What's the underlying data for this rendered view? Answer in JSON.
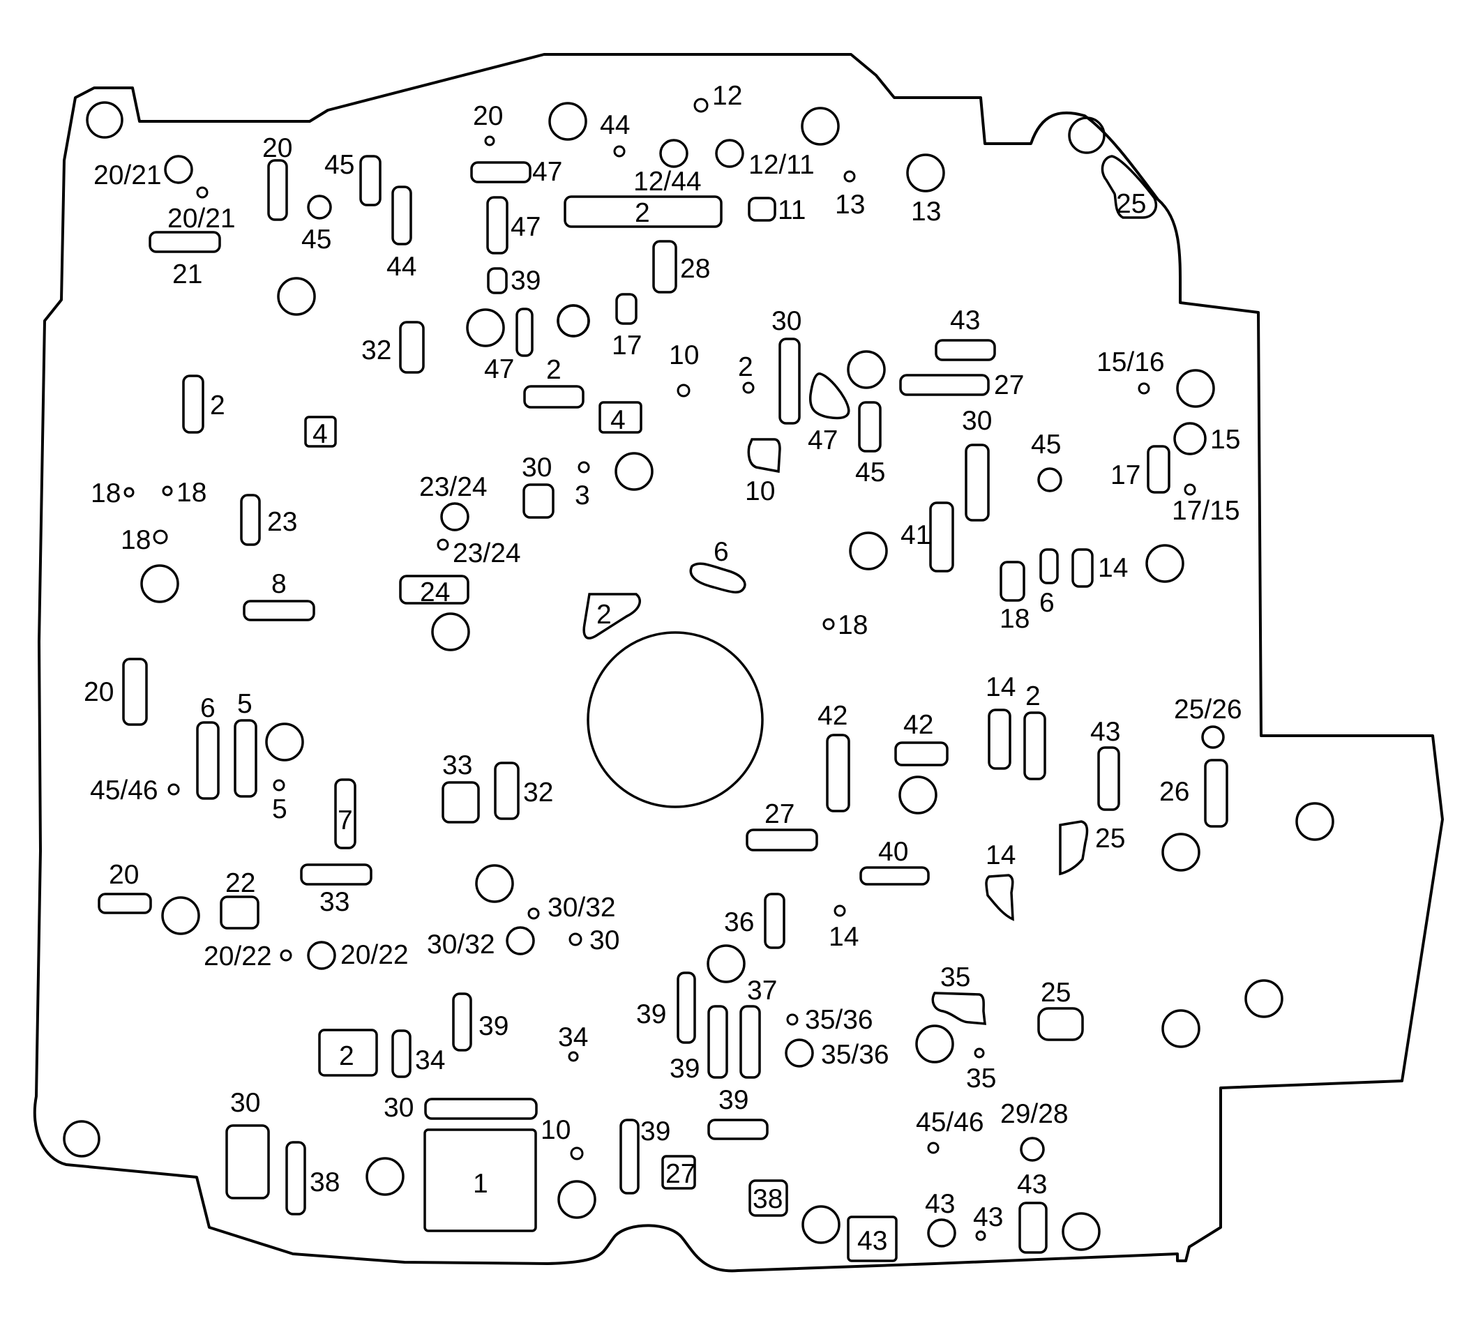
{
  "labels": {
    "l01": "20/21",
    "l02": "20",
    "l03": "45",
    "l04": "20",
    "l05": "44",
    "l06": "12",
    "l07": "47",
    "l08": "12/44",
    "l09": "12/11",
    "l10": "20/21",
    "l11": "45",
    "l12": "21",
    "l13": "44",
    "l14": "47",
    "l15": "2",
    "l16": "11",
    "l17": "13",
    "l18": "13",
    "l19": "25",
    "l20": "39",
    "l21": "28",
    "l22": "32",
    "l23": "17",
    "l24": "47",
    "l25": "10",
    "l26": "30",
    "l27": "43",
    "l28": "2",
    "l29": "2",
    "l30": "27",
    "l31": "15/16",
    "l32": "2",
    "l33": "4",
    "l34": "4",
    "l35": "47",
    "l36": "45",
    "l37": "30",
    "l38": "45",
    "l39": "15",
    "l40": "18",
    "l41": "18",
    "l42": "30",
    "l43": "3",
    "l44": "23/24",
    "l45": "10",
    "l46": "17",
    "l47": "17/15",
    "l48": "23",
    "l49": "18",
    "l50": "23/24",
    "l51": "41",
    "l52": "6",
    "l53": "14",
    "l54": "8",
    "l55": "24",
    "l56": "2",
    "l57": "18",
    "l58": "6",
    "l59": "18",
    "l60": "20",
    "l61": "6",
    "l62": "5",
    "l63": "14",
    "l64": "2",
    "l65": "42",
    "l66": "42",
    "l67": "43",
    "l68": "25/26",
    "l69": "45/46",
    "l70": "5",
    "l71": "33",
    "l72": "32",
    "l73": "7",
    "l74": "27",
    "l75": "26",
    "l76": "25",
    "l77": "20",
    "l78": "22",
    "l79": "33",
    "l80": "40",
    "l81": "14",
    "l82": "30/32",
    "l83": "36",
    "l84": "14",
    "l85": "20/22",
    "l86": "20/22",
    "l87": "30/32",
    "l88": "30",
    "l89": "35",
    "l90": "37",
    "l91": "39",
    "l92": "35/36",
    "l93": "25",
    "l94": "35/36",
    "l95": "2",
    "l96": "34",
    "l97": "39",
    "l98": "34",
    "l99": "39",
    "l100": "35",
    "l101": "30",
    "l102": "30",
    "l103": "39",
    "l104": "45/46",
    "l105": "29/28",
    "l106": "10",
    "l107": "39",
    "l108": "38",
    "l109": "1",
    "l110": "27",
    "l111": "38",
    "l112": "43",
    "l113": "43",
    "l114": "43",
    "l115": "43"
  }
}
